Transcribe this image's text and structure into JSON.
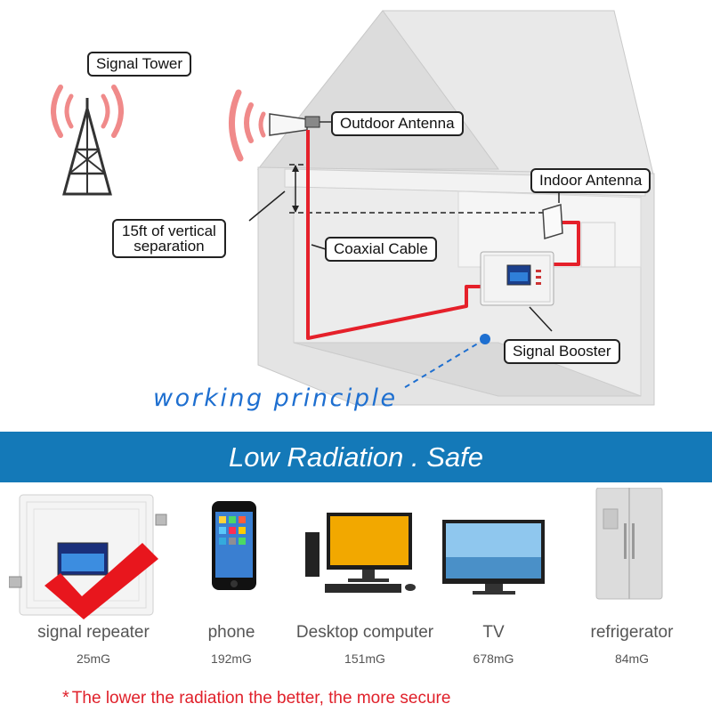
{
  "labels": {
    "signal_tower": "Signal Tower",
    "outdoor_antenna": "Outdoor Antenna",
    "indoor_antenna": "Indoor Antenna",
    "vertical_separation_line1": "15ft of vertical",
    "vertical_separation_line2": "separation",
    "coaxial_cable": "Coaxial Cable",
    "signal_booster": "Signal Booster"
  },
  "caption": "working principle",
  "banner_title": "Low Radiation . Safe",
  "devices": [
    {
      "name": "signal repeater",
      "value": "25mG",
      "icon": "signal-repeater-icon"
    },
    {
      "name": "phone",
      "value": "192mG",
      "icon": "phone-icon"
    },
    {
      "name": "Desktop computer",
      "value": "151mG",
      "icon": "desktop-computer-icon"
    },
    {
      "name": "TV",
      "value": "678mG",
      "icon": "tv-icon"
    },
    {
      "name": "refrigerator",
      "value": "84mG",
      "icon": "refrigerator-icon"
    }
  ],
  "footnote": "The lower the radiation the better, the more secure",
  "colors": {
    "banner": "#1479b8",
    "cable": "#e5202a",
    "caption": "#1e6fd0",
    "footnote": "#e0202a",
    "check": "#e8161d",
    "signal_waves": "#f08a8a"
  }
}
